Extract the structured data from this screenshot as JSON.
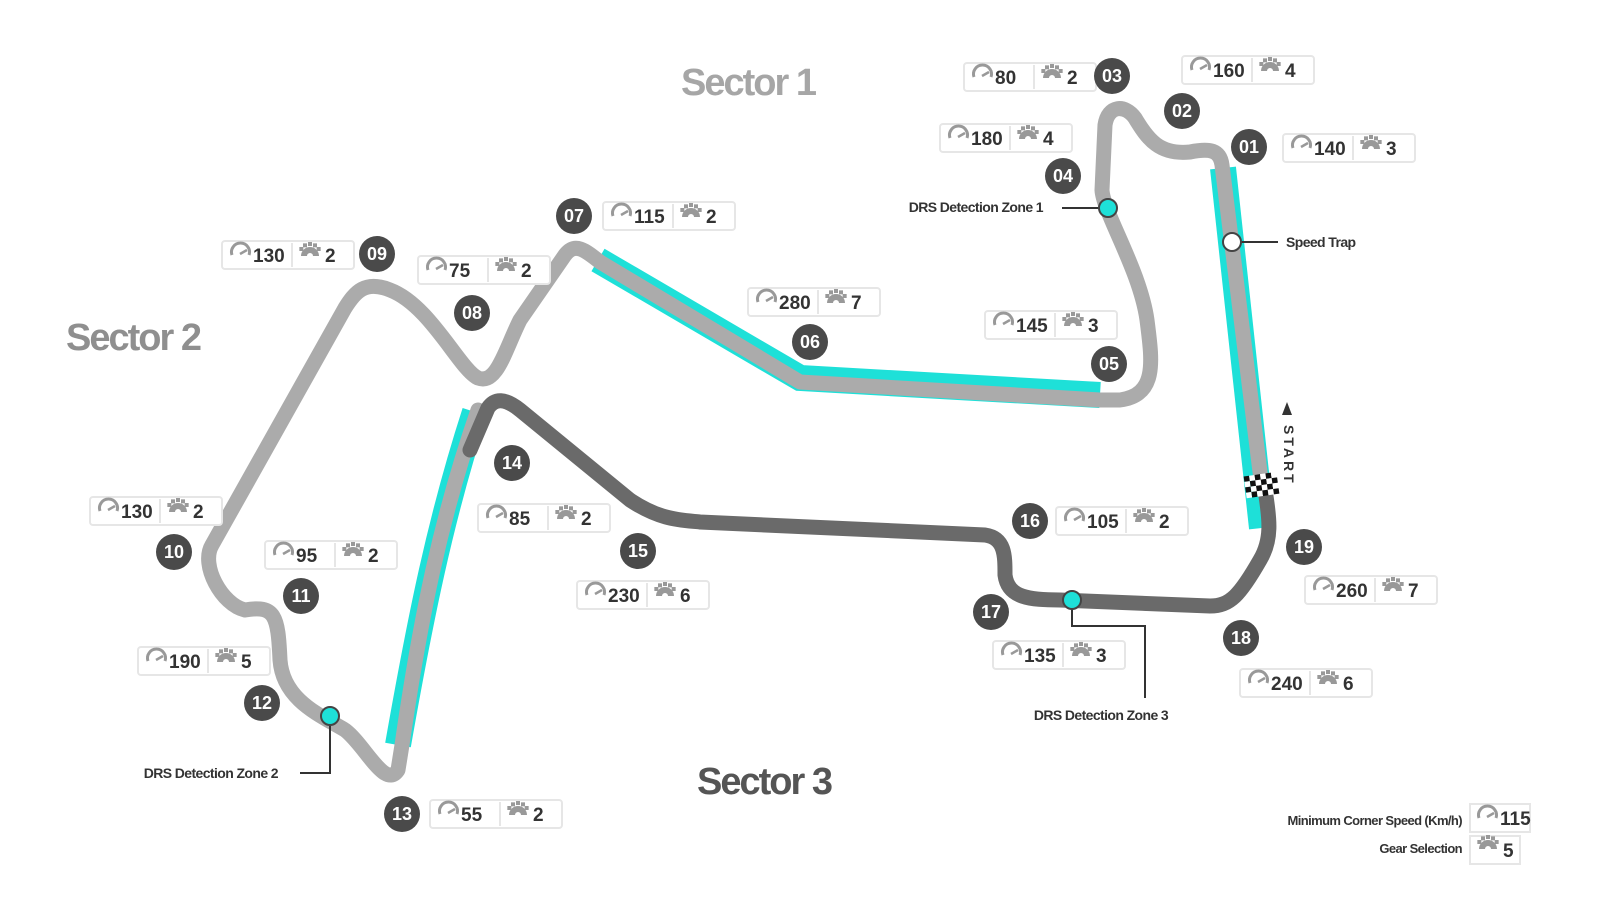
{
  "colors": {
    "track_light": "#ababab",
    "track_dark": "#6a6a6a",
    "drs": "#1ee0d8",
    "corner_badge": "#4a4a4a",
    "detection_dot": "#1ee0d8",
    "sector1_text": "#a6a6a6",
    "sector2_text": "#8f8f8f",
    "sector3_text": "#555555"
  },
  "sectors": [
    {
      "label": "Sector 1"
    },
    {
      "label": "Sector 2"
    },
    {
      "label": "Sector 3"
    }
  ],
  "corners": [
    {
      "number": "01",
      "speed": "140",
      "gear": "3"
    },
    {
      "number": "02",
      "speed": "160",
      "gear": "4"
    },
    {
      "number": "03",
      "speed": "80",
      "gear": "2"
    },
    {
      "number": "04",
      "speed": "180",
      "gear": "4"
    },
    {
      "number": "05",
      "speed": "145",
      "gear": "3"
    },
    {
      "number": "06",
      "speed": "280",
      "gear": "7"
    },
    {
      "number": "07",
      "speed": "115",
      "gear": "2"
    },
    {
      "number": "08",
      "speed": "75",
      "gear": "2"
    },
    {
      "number": "09",
      "speed": "130",
      "gear": "2"
    },
    {
      "number": "10",
      "speed": "130",
      "gear": "2"
    },
    {
      "number": "11",
      "speed": "95",
      "gear": "2"
    },
    {
      "number": "12",
      "speed": "190",
      "gear": "5"
    },
    {
      "number": "13",
      "speed": "55",
      "gear": "2"
    },
    {
      "number": "14",
      "speed": "85",
      "gear": "2"
    },
    {
      "number": "15",
      "speed": "230",
      "gear": "6"
    },
    {
      "number": "16",
      "speed": "105",
      "gear": "2"
    },
    {
      "number": "17",
      "speed": "135",
      "gear": "3"
    },
    {
      "number": "18",
      "speed": "240",
      "gear": "6"
    },
    {
      "number": "19",
      "speed": "260",
      "gear": "7"
    }
  ],
  "markers": {
    "drs1": "DRS Detection Zone 1",
    "drs2": "DRS Detection Zone 2",
    "drs3": "DRS Detection Zone 3",
    "speed_trap": "Speed Trap",
    "start": "START"
  },
  "legend": {
    "speed_label": "Minimum Corner Speed (Km/h)",
    "speed_example": "115",
    "speed_icon": "speedometer-icon",
    "gear_label": "Gear Selection",
    "gear_example": "5",
    "gear_icon": "gear-icon"
  }
}
